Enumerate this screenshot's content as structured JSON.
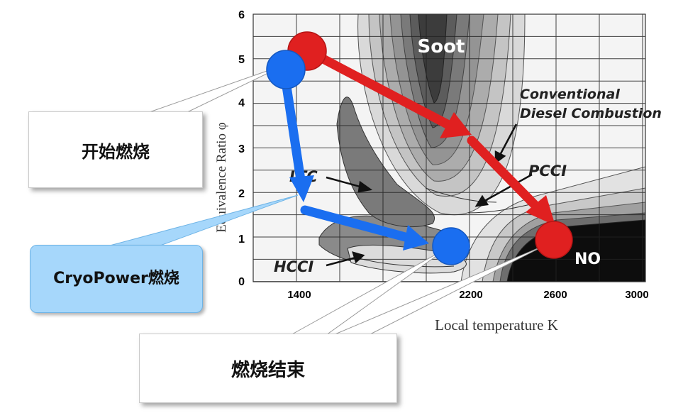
{
  "labels": {
    "soot": "Soot",
    "conventional": "Conventional",
    "diesel_combustion": "Diesel Combustion",
    "pcci": "PCCI",
    "ltc": "LTC",
    "hcci": "HCCI",
    "no": "NO"
  },
  "axes": {
    "xlabel": "Local temperature K",
    "ylabel": "Equivalence Ratio φ",
    "x_ticks": [
      "1400",
      "2200",
      "2600",
      "3000"
    ],
    "y_ticks": [
      "0",
      "1",
      "2",
      "3",
      "4",
      "5",
      "6"
    ]
  },
  "callouts": {
    "start": "开始燃烧",
    "cryo": "CryoPower燃烧",
    "end": "燃烧结束"
  },
  "colors": {
    "red_arrow": "#e02020",
    "blue_arrow": "#1a6ef0",
    "cryo_box": "#a6d7fb"
  }
}
